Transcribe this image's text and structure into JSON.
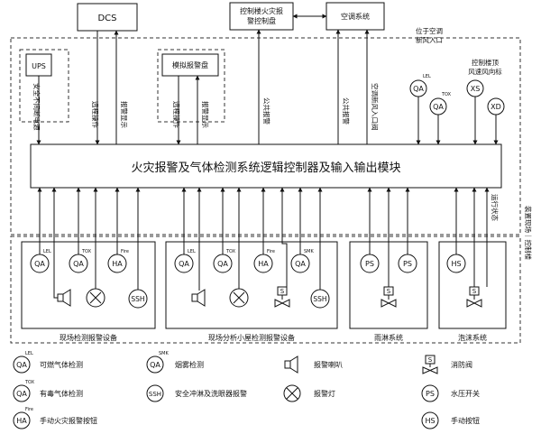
{
  "top_boxes": {
    "dcs": "DCS",
    "control_room_fire_panel": [
      "控制楼火灾报",
      "警控制盘"
    ],
    "hvac": "空调系统"
  },
  "inner_boxes": {
    "ups": "UPS",
    "analog_panel": "模拟报警盘"
  },
  "main_module": "火灾报警及气体检测系统逻辑控制器及输入输出模块",
  "vertical_labels": {
    "ups_power": "安全不间断电源",
    "remote_op_1": "远程操作",
    "alarm_display_1": "报警显示",
    "remote_op_2": "远程操作",
    "alarm_display_2": "报警显示",
    "common_alarm_1": "公共报警",
    "common_alarm_2": "公共报警",
    "hvac_valve": "空调新风入口阀",
    "run_status": "运行状态",
    "side_right": "装置现场｜控制楼"
  },
  "inlet_label": [
    "位于空调",
    "新风入口"
  ],
  "roof_label": [
    "控制楼顶",
    "风速风向标"
  ],
  "instr": {
    "qa": "QA",
    "ha": "HA",
    "xs": "XS",
    "xd": "XD",
    "ps": "PS",
    "hs": "HS",
    "ssh": "SSH",
    "s": "S",
    "lel": "LEL",
    "tox": "TOX",
    "fire": "Fire",
    "smk": "SMK"
  },
  "field_groups": {
    "g1": "现场检测报警设备",
    "g2": "现场分析小屋检测报警设备",
    "g3": "雨淋系统",
    "g4": "泡沫系统"
  },
  "legend": {
    "lel_gas": "可燃气体检测",
    "tox_gas": "有毒气体检测",
    "manual_alarm": "手动火灾报警按钮",
    "smoke": "烟雾检测",
    "ssh_alarm": "安全冲淋及洗眼器报警",
    "horn": "报警喇叭",
    "lamp": "报警灯",
    "fire_valve": "消防阀",
    "pressure_switch": "水压开关",
    "hand_button": "手动按钮"
  }
}
